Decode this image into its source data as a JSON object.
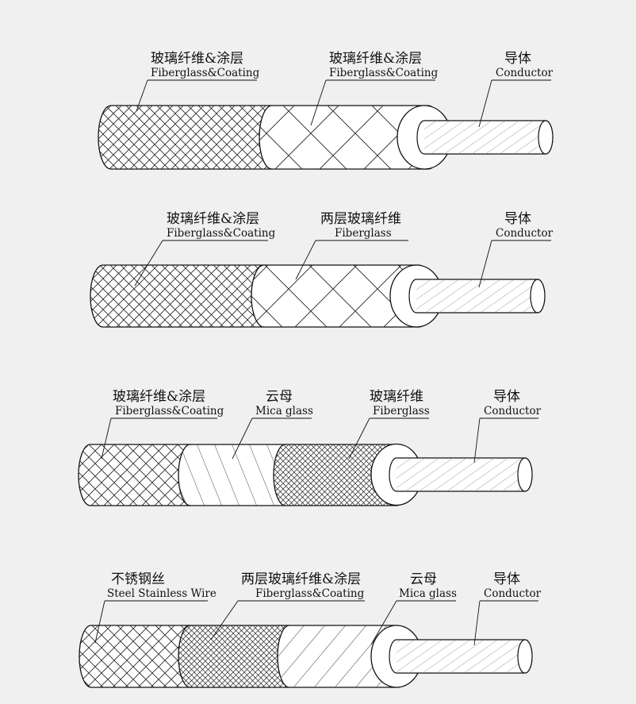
{
  "cables": [
    {
      "labels": [
        {
          "cn": "玻璃纤维&涂层",
          "en": "Fiberglass&Coating"
        },
        {
          "cn": "玻璃纤维&涂层",
          "en": "Fiberglass&Coating"
        },
        {
          "cn": "导体",
          "en": "Conductor"
        }
      ]
    },
    {
      "labels": [
        {
          "cn": "玻璃纤维&涂层",
          "en": "Fiberglass&Coating"
        },
        {
          "cn": "两层玻璃纤维",
          "en": "Fiberglass"
        },
        {
          "cn": "导体",
          "en": "Conductor"
        }
      ]
    },
    {
      "labels": [
        {
          "cn": "玻璃纤维&涂层",
          "en": "Fiberglass&Coating"
        },
        {
          "cn": "云母",
          "en": "Mica glass"
        },
        {
          "cn": "玻璃纤维",
          "en": "Fiberglass"
        },
        {
          "cn": "导体",
          "en": "Conductor"
        }
      ]
    },
    {
      "labels": [
        {
          "cn": "不锈钢丝",
          "en": "Steel Stainless Wire"
        },
        {
          "cn": "两层玻璃纤维&涂层",
          "en": "Fiberglass&Coating"
        },
        {
          "cn": "云母",
          "en": "Mica glass"
        },
        {
          "cn": "导体",
          "en": "Conductor"
        }
      ]
    }
  ]
}
